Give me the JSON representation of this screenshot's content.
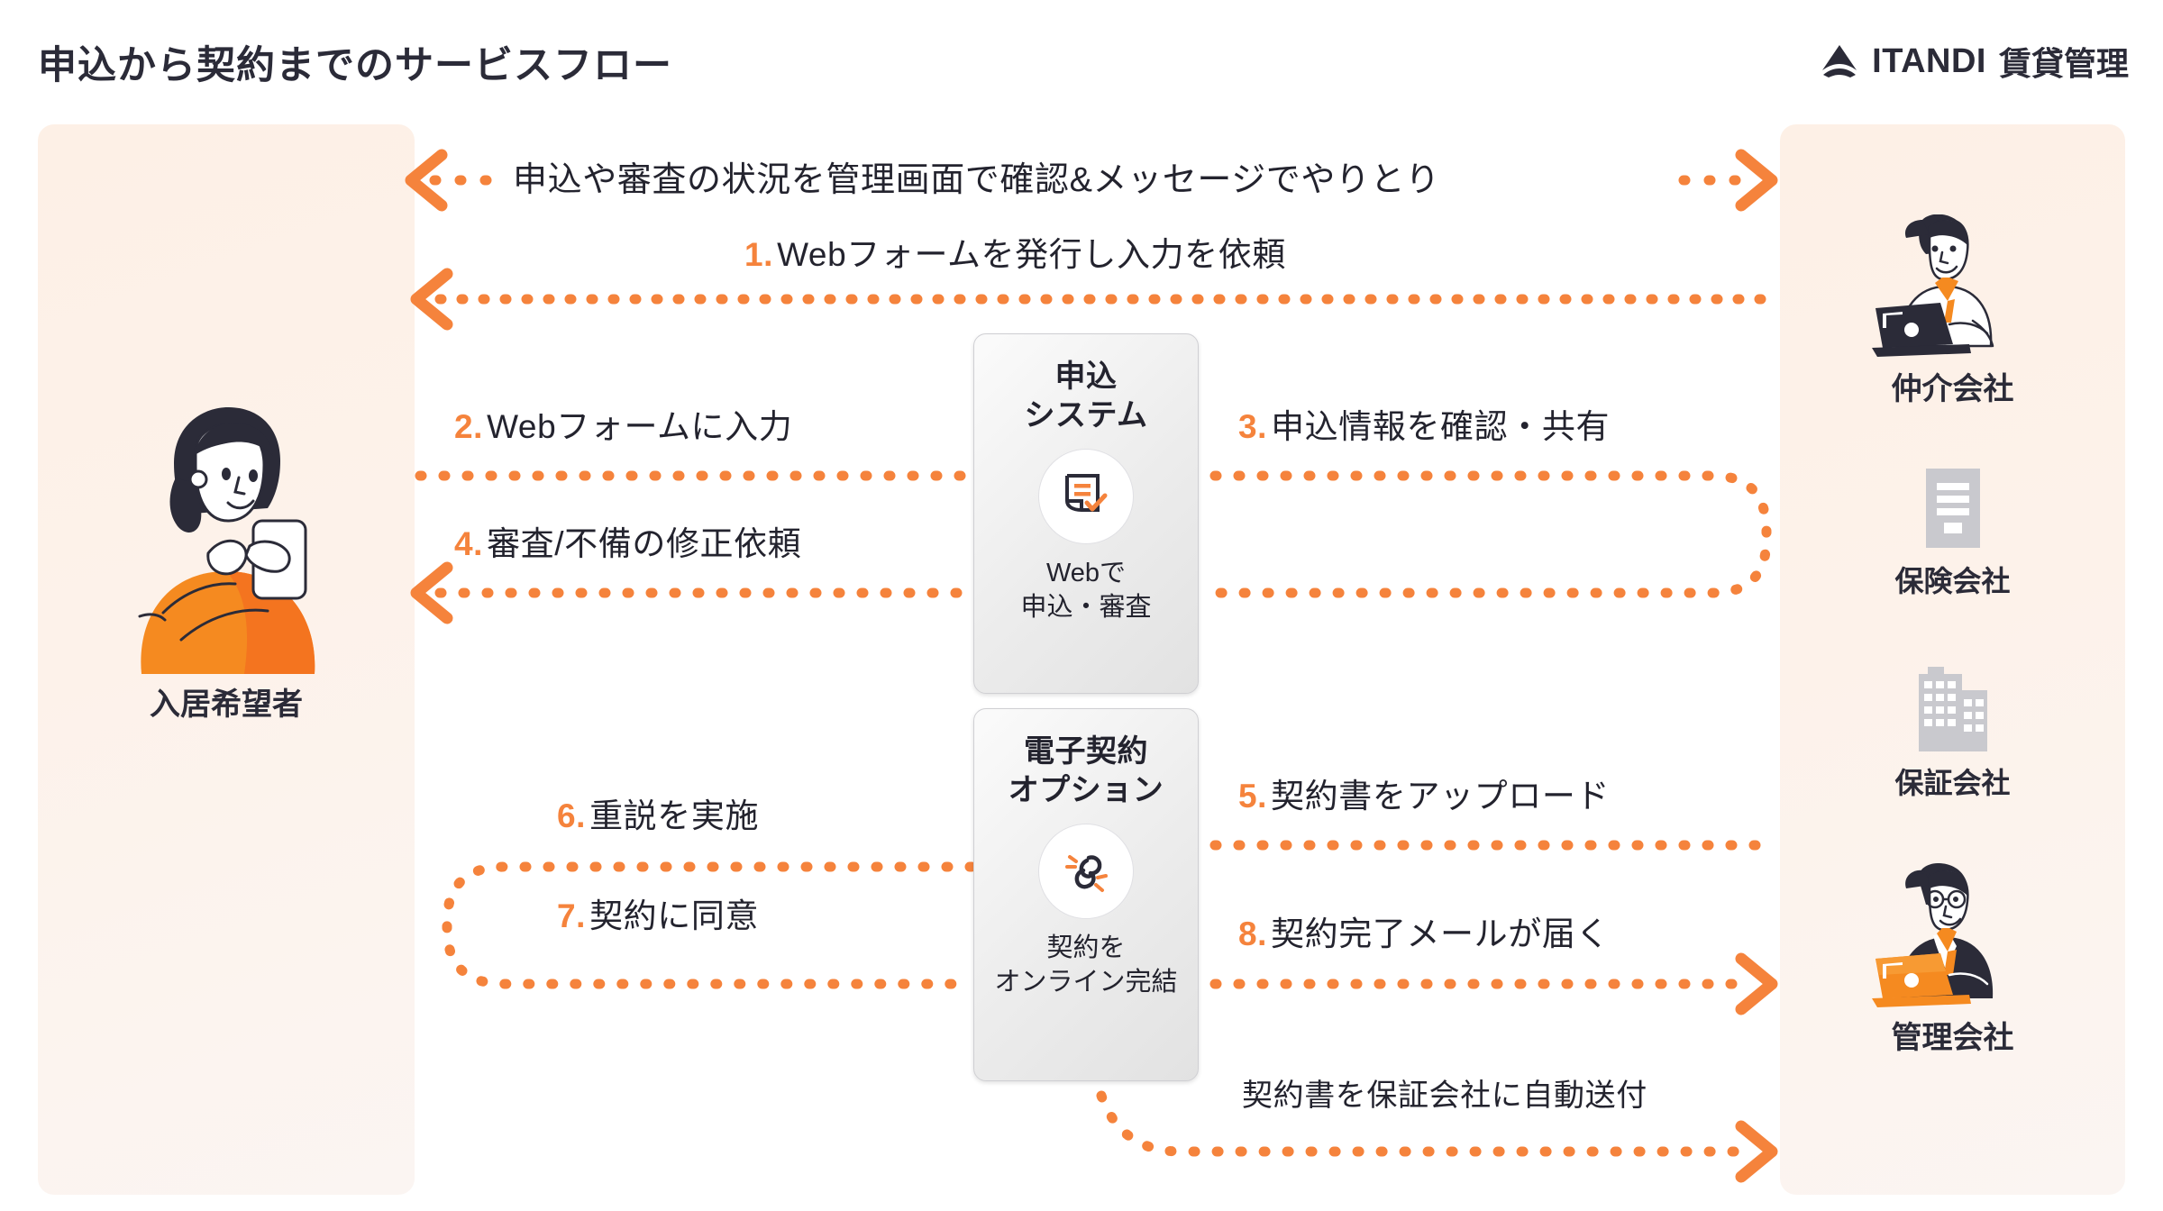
{
  "header": {
    "title": "申込から契約までのサービスフロー",
    "brand": {
      "mark": "itandi-logo-mark",
      "word": "ITANDI",
      "sub": "賃貸管理"
    }
  },
  "colors": {
    "accent_orange": "#f5833c",
    "dark": "#2b2b38",
    "panel_bg": "#fdf1e8",
    "card_bg": "#ececec",
    "muted_gray": "#c9c9ce"
  },
  "left_panel": {
    "actors": [
      {
        "id": "applicant",
        "label": "入居希望者",
        "icon": "person-with-smartphone-illustration"
      }
    ]
  },
  "right_panel": {
    "actors": [
      {
        "id": "broker",
        "label": "仲介会社",
        "icon": "person-with-laptop-illustration"
      },
      {
        "id": "insurance",
        "label": "保険会社",
        "icon": "document-icon"
      },
      {
        "id": "guarantee",
        "label": "保証会社",
        "icon": "building-icon"
      },
      {
        "id": "management",
        "label": "管理会社",
        "icon": "person-with-orange-laptop-illustration"
      }
    ]
  },
  "cards": [
    {
      "id": "apply-system",
      "title_line1": "申込",
      "title_line2": "システム",
      "icon": "document-check-icon",
      "caption_line1": "Webで",
      "caption_line2": "申込・審査"
    },
    {
      "id": "econtract-option",
      "title_line1": "電子契約",
      "title_line2": "オプション",
      "icon": "link-chain-icon",
      "caption_line1": "契約を",
      "caption_line2": "オンライン完結"
    }
  ],
  "flows": [
    {
      "id": "status-check",
      "num": "",
      "text": "申込や審査の状況を管理画面で確認&メッセージでやりとり",
      "direction": "both"
    },
    {
      "id": "step1",
      "num": "1.",
      "text": "Webフォームを発行し入力を依頼",
      "direction": "right-to-left"
    },
    {
      "id": "step2",
      "num": "2.",
      "text": "Webフォームに入力",
      "direction": "left-to-right"
    },
    {
      "id": "step3",
      "num": "3.",
      "text": "申込情報を確認・共有",
      "direction": "loop-right"
    },
    {
      "id": "step4",
      "num": "4.",
      "text": "審査/不備の修正依頼",
      "direction": "right-to-left"
    },
    {
      "id": "step5",
      "num": "5.",
      "text": "契約書をアップロード",
      "direction": "right-to-left"
    },
    {
      "id": "step6",
      "num": "6.",
      "text": "重説を実施",
      "direction": "loop-left"
    },
    {
      "id": "step7",
      "num": "7.",
      "text": "契約に同意",
      "direction": "loop-left"
    },
    {
      "id": "step8",
      "num": "8.",
      "text": "契約完了メールが届く",
      "direction": "left-to-right"
    },
    {
      "id": "auto-send",
      "num": "",
      "text": "契約書を保証会社に自動送付",
      "direction": "left-to-right"
    }
  ]
}
